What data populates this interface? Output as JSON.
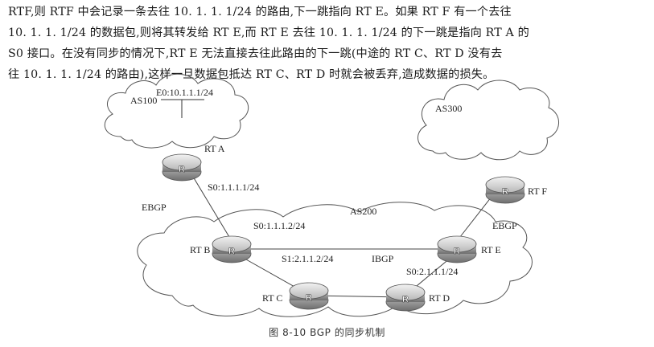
{
  "paragraph": {
    "lines": [
      "RTF,则 RTF 中会记录一条去往 10. 1. 1. 1/24 的路由,下一跳指向 RT E。如果 RT F 有一个去往",
      "10. 1. 1. 1/24 的数据包,则将其转发给 RT E,而 RT E 去往 10. 1. 1. 1/24 的下一跳是指向 RT A 的",
      "S0 接口。在没有同步的情况下,RT E 无法直接去往此路由的下一跳(中途的 RT C、RT D 没有去",
      "往 10. 1. 1. 1/24 的路由),这样一旦数据包抵达 RT C、RT D 时就会被丢弃,造成数据的损失。"
    ]
  },
  "figure": {
    "as_labels": {
      "as100": "AS100",
      "as200": "AS200",
      "as300": "AS300"
    },
    "routers": {
      "rta": {
        "name": "RT A",
        "icon": "R"
      },
      "rtb": {
        "name": "RT B",
        "icon": "R"
      },
      "rtc": {
        "name": "RT C",
        "icon": "R"
      },
      "rtd": {
        "name": "RT D",
        "icon": "R"
      },
      "rte": {
        "name": "RT E",
        "icon": "R"
      },
      "rtf": {
        "name": "RT F",
        "icon": "R"
      }
    },
    "interfaces": {
      "rta_e0": "E0:10.1.1.1/24",
      "rta_s0": "S0:1.1.1.1/24",
      "rtb_s0": "S0:1.1.1.2/24",
      "rtb_s1": "S1:2.1.1.2/24",
      "rte_s0": "S0:2.1.1.1/24"
    },
    "links": {
      "ebgp_left": "EBGP",
      "ebgp_right": "EBGP",
      "ibgp": "IBGP"
    },
    "caption": "图 8-10   BGP 的同步机制"
  }
}
